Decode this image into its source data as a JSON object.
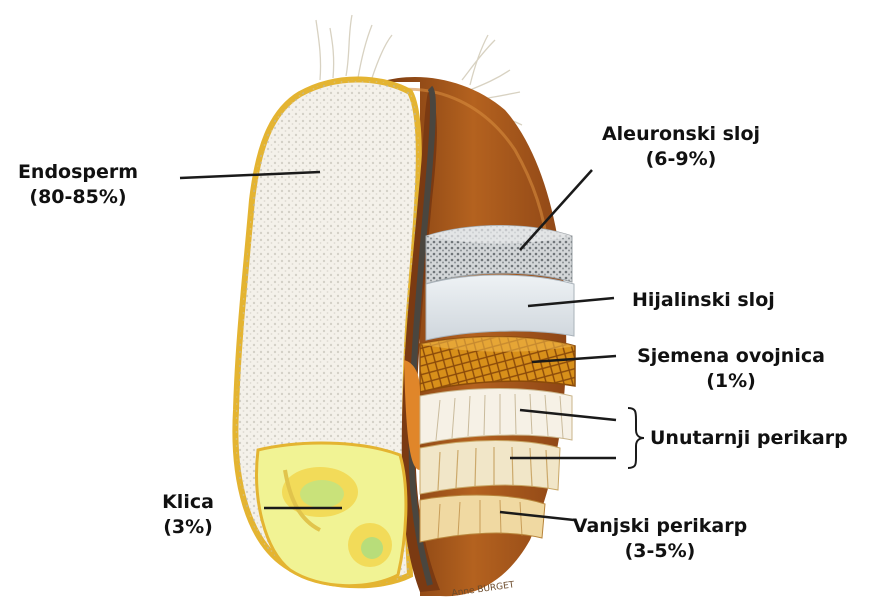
{
  "diagram": {
    "labels": {
      "endosperm": {
        "name": "Endosperm",
        "pct": "(80-85%)"
      },
      "aleuron": {
        "name": "Aleuronski sloj",
        "pct": "(6-9%)"
      },
      "hijalinski": {
        "name": "Hijalinski sloj"
      },
      "sjemena": {
        "name": "Sjemena ovojnica",
        "pct": "(1%)"
      },
      "unutarnji": {
        "name": "Unutarnji perikarp"
      },
      "klica": {
        "name": "Klica",
        "pct": "(3%)"
      },
      "vanjski": {
        "name": "Vanjski perikarp",
        "pct": "(3-5%)"
      }
    },
    "signature": "Anne BURGET",
    "colors": {
      "endosperm": "#f2efe6",
      "endosperm_border": "#e4b431",
      "bran_brown": "#9c4a16",
      "germ_yellow": "#eef08a",
      "seed_coat": "#d78a16",
      "aleuron_dots": "#bfc3c6",
      "hyaline": "#dde3e8"
    }
  }
}
